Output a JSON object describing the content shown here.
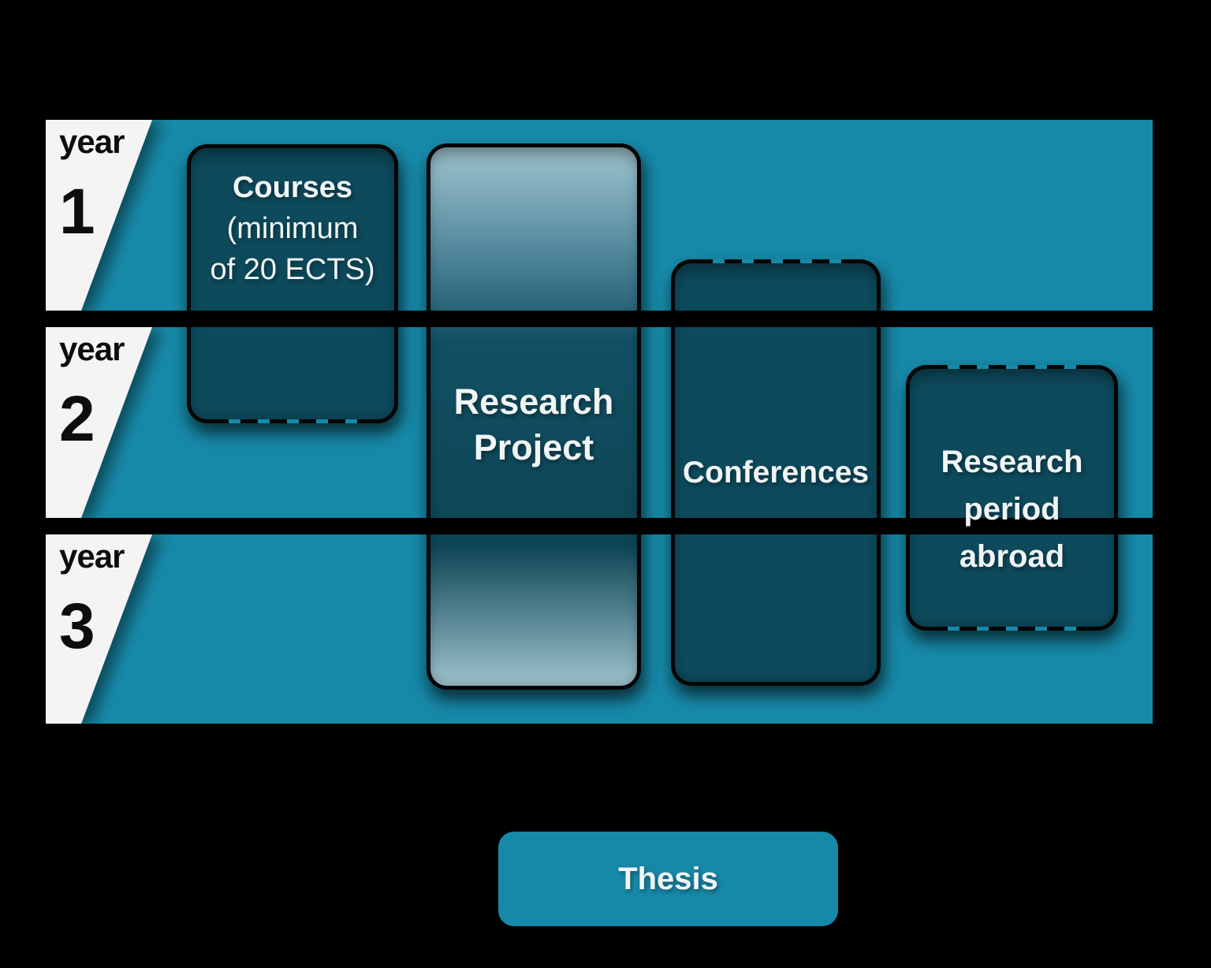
{
  "colors": {
    "background": "#000000",
    "band_teal": "#1789A8",
    "box_dark": "#0D4A5C",
    "border_black": "#050505",
    "wedge_white": "#F4F4F4",
    "gradient_light": "#9EC3CD",
    "text_light": "#F1F4F5",
    "text_dark": "#0D0D0D"
  },
  "years": [
    {
      "label": "year",
      "number": "1"
    },
    {
      "label": "year",
      "number": "2"
    },
    {
      "label": "year",
      "number": "3"
    }
  ],
  "boxes": {
    "courses": {
      "lines": [
        "Courses",
        "(minimum",
        "of 20 ECTS)"
      ]
    },
    "research_project": {
      "lines": [
        "Research",
        "Project"
      ]
    },
    "conferences": {
      "lines": [
        "Conferences"
      ]
    },
    "research_abroad": {
      "lines": [
        "Research",
        "period",
        "abroad"
      ]
    }
  },
  "thesis": {
    "label": "Thesis"
  }
}
